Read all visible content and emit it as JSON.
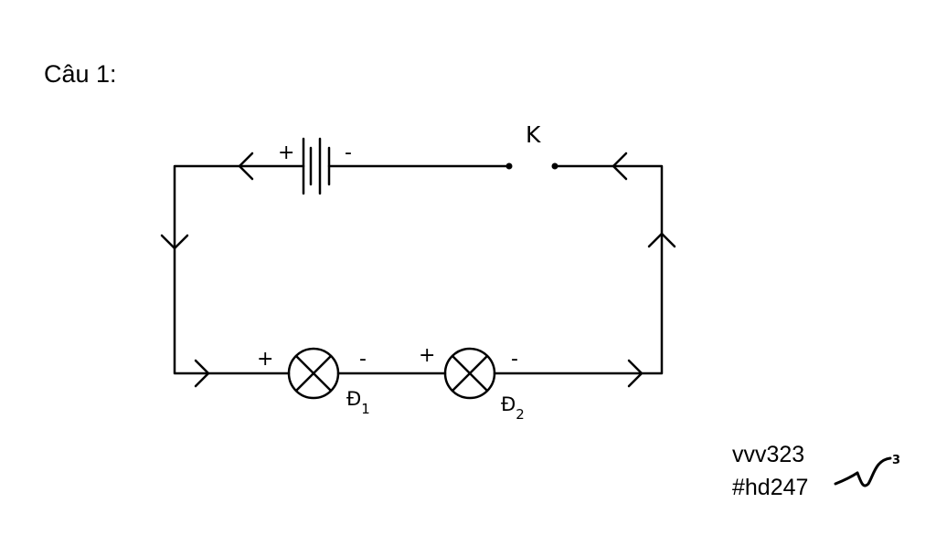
{
  "title": "Câu 1:",
  "circuit": {
    "switch_label": "K",
    "battery_plus": "+",
    "battery_minus": "-",
    "lamp1": {
      "plus": "+",
      "minus": "-",
      "label": "Đ",
      "subscript": "1"
    },
    "lamp2": {
      "plus": "+",
      "minus": "-",
      "label": "Đ",
      "subscript": "2"
    }
  },
  "note": {
    "line1": "vvv323",
    "line2": "#hd247",
    "signature_mark": "3"
  }
}
